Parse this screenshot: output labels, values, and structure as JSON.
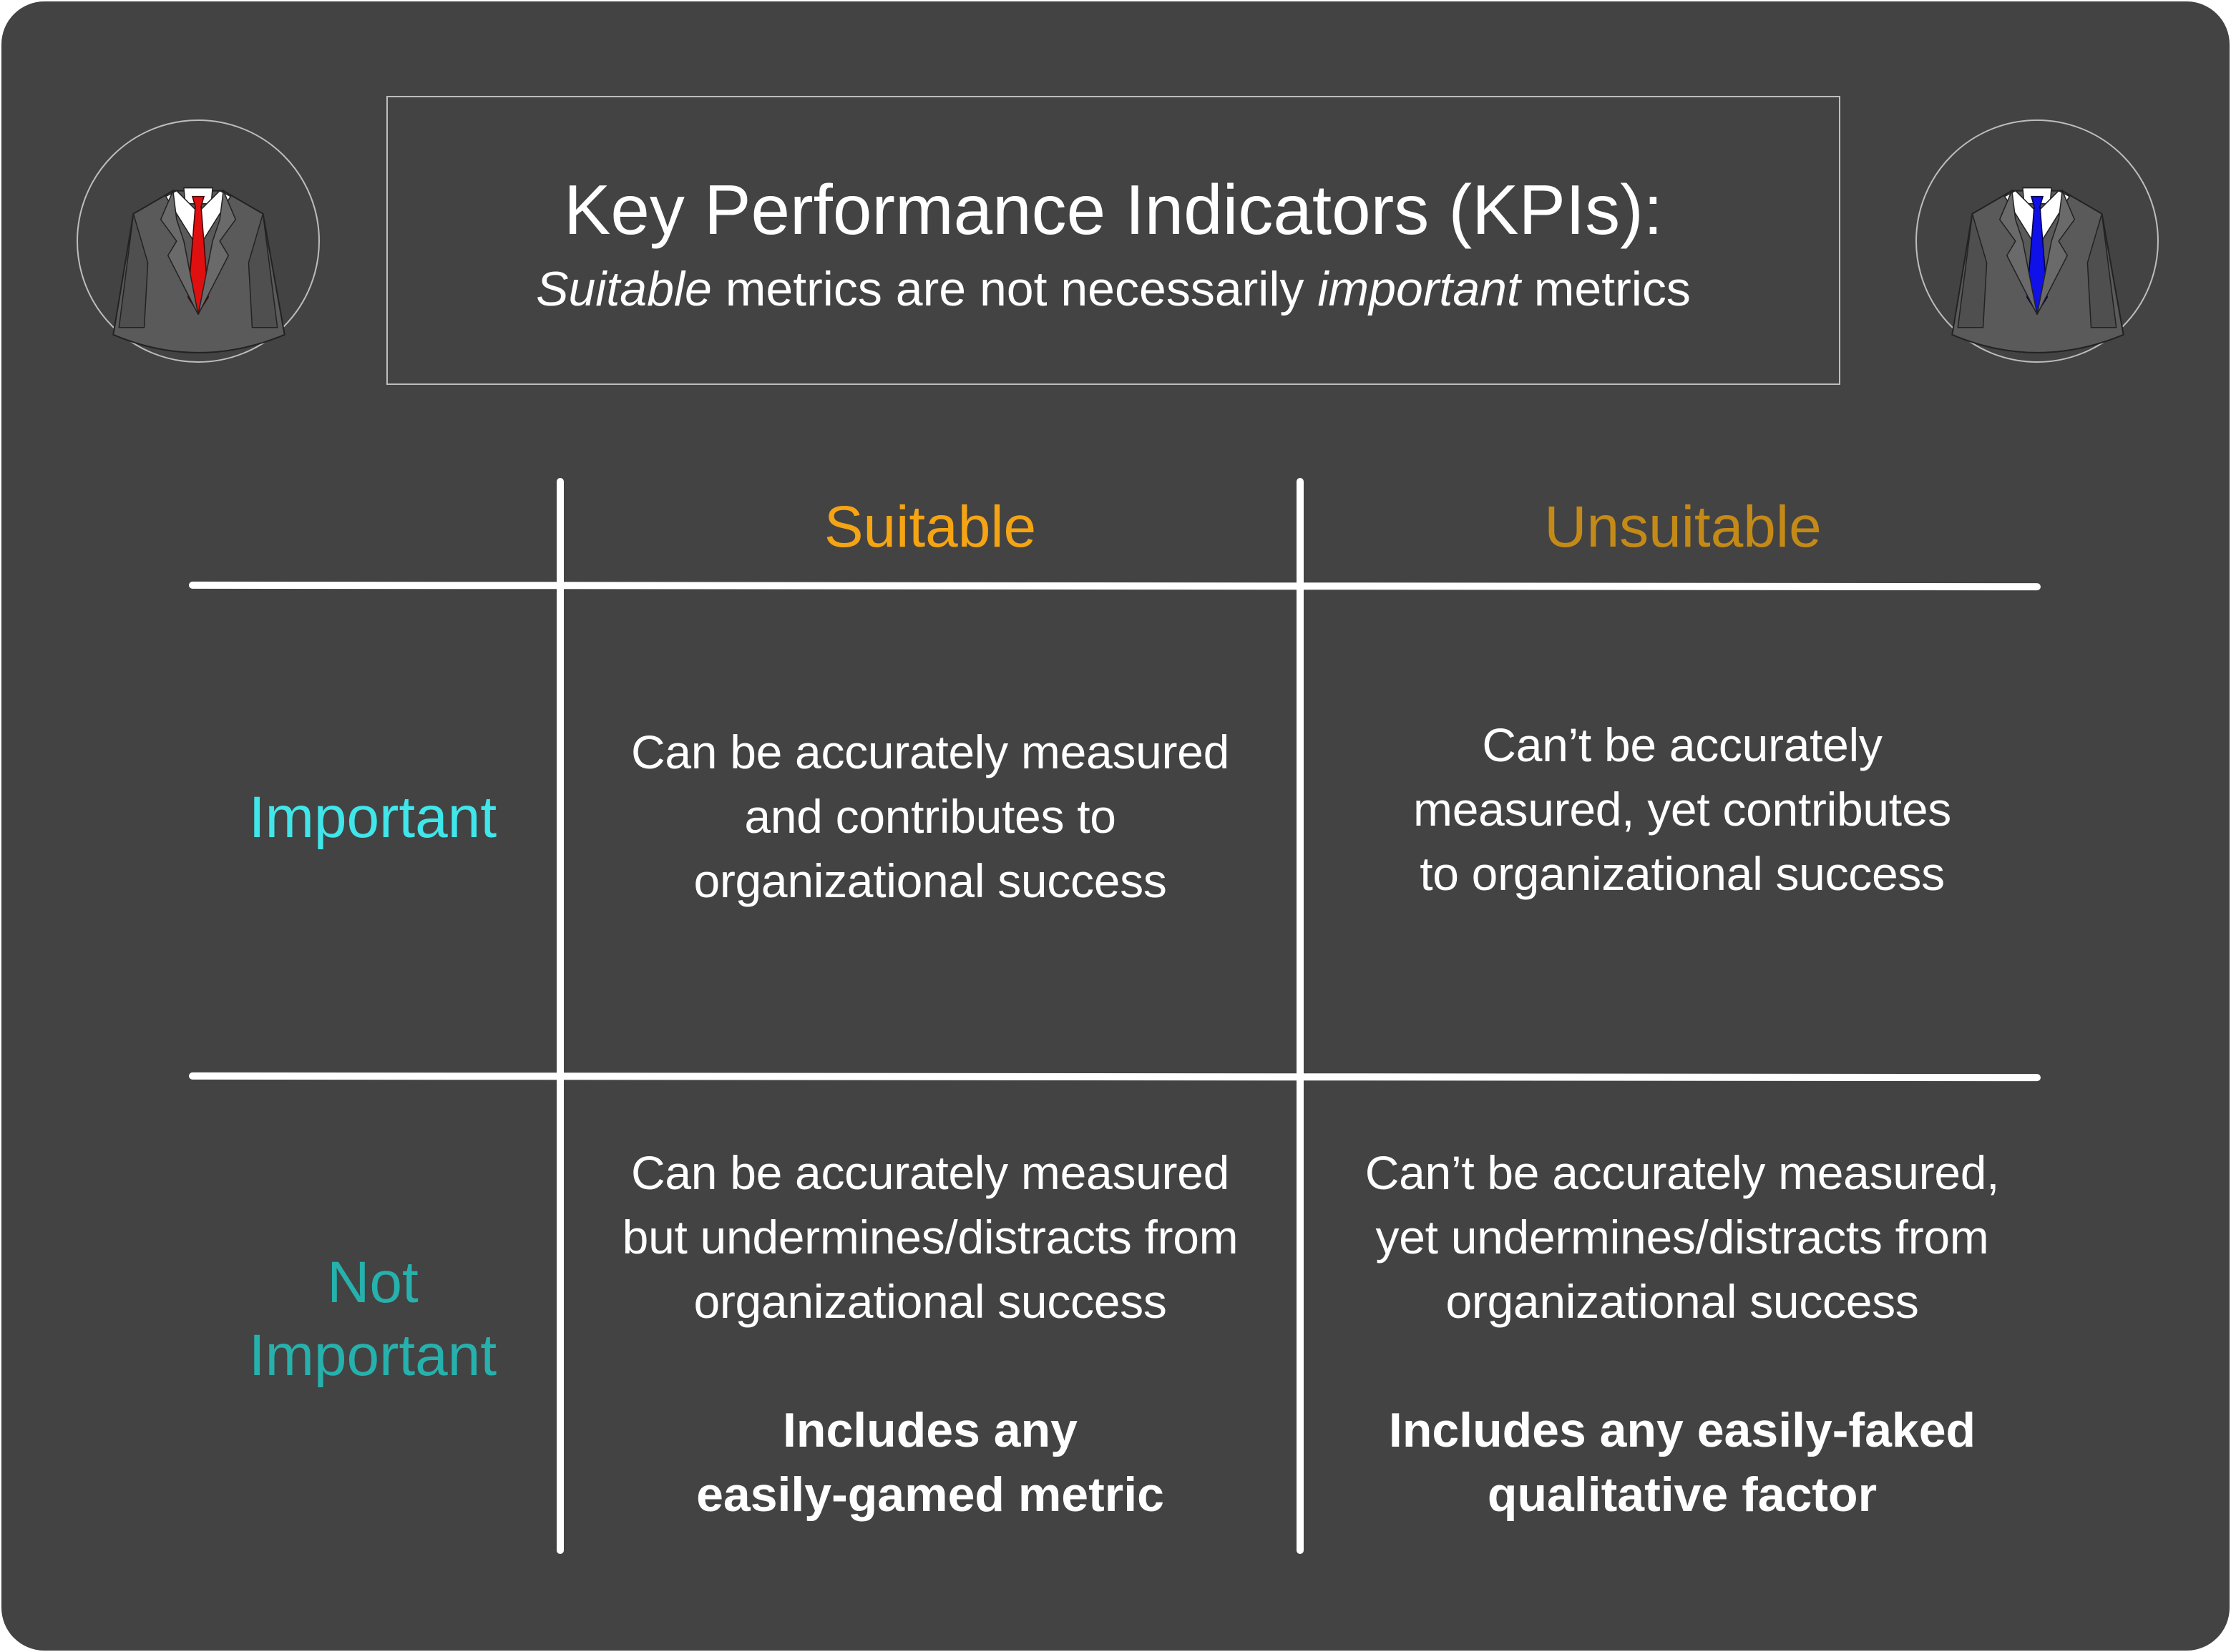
{
  "header": {
    "title": "Key Performance Indicators (KPIs):",
    "subtitle_parts": [
      "Suitable",
      " metrics are not necessarily ",
      "important",
      " metrics"
    ]
  },
  "avatars": {
    "left": {
      "icon": "businessman-red-tie-icon",
      "tie_color": "#e01010"
    },
    "right": {
      "icon": "businessman-blue-tie-icon",
      "tie_color": "#1010e8"
    }
  },
  "matrix": {
    "columns": [
      "Suitable",
      "Unsuitable"
    ],
    "rows": [
      "Important",
      "Not Important"
    ],
    "row2_lines": [
      "Not",
      "Important"
    ],
    "cells": {
      "important_suitable": [
        "Can be accurately measured",
        "and contributes to",
        "organizational success"
      ],
      "important_unsuitable": [
        "Can’t be accurately",
        "measured, yet contributes",
        "to organizational success"
      ],
      "not_important_suitable": [
        "Can be accurately measured",
        "but undermines/distracts from",
        "organizational success"
      ],
      "not_important_unsuitable": [
        "Can’t be accurately measured,",
        "yet undermines/distracts from",
        "organizational success"
      ],
      "not_important_suitable_note": [
        "Includes any",
        "easily-gamed metric"
      ],
      "not_important_unsuitable_note": [
        "Includes any easily-faked",
        "qualitative factor"
      ]
    }
  },
  "colors": {
    "background": "#434343",
    "suitable": "#f5a414",
    "unsuitable": "#c48a18",
    "important": "#3fe6ea",
    "not_important": "#26b1ad"
  }
}
